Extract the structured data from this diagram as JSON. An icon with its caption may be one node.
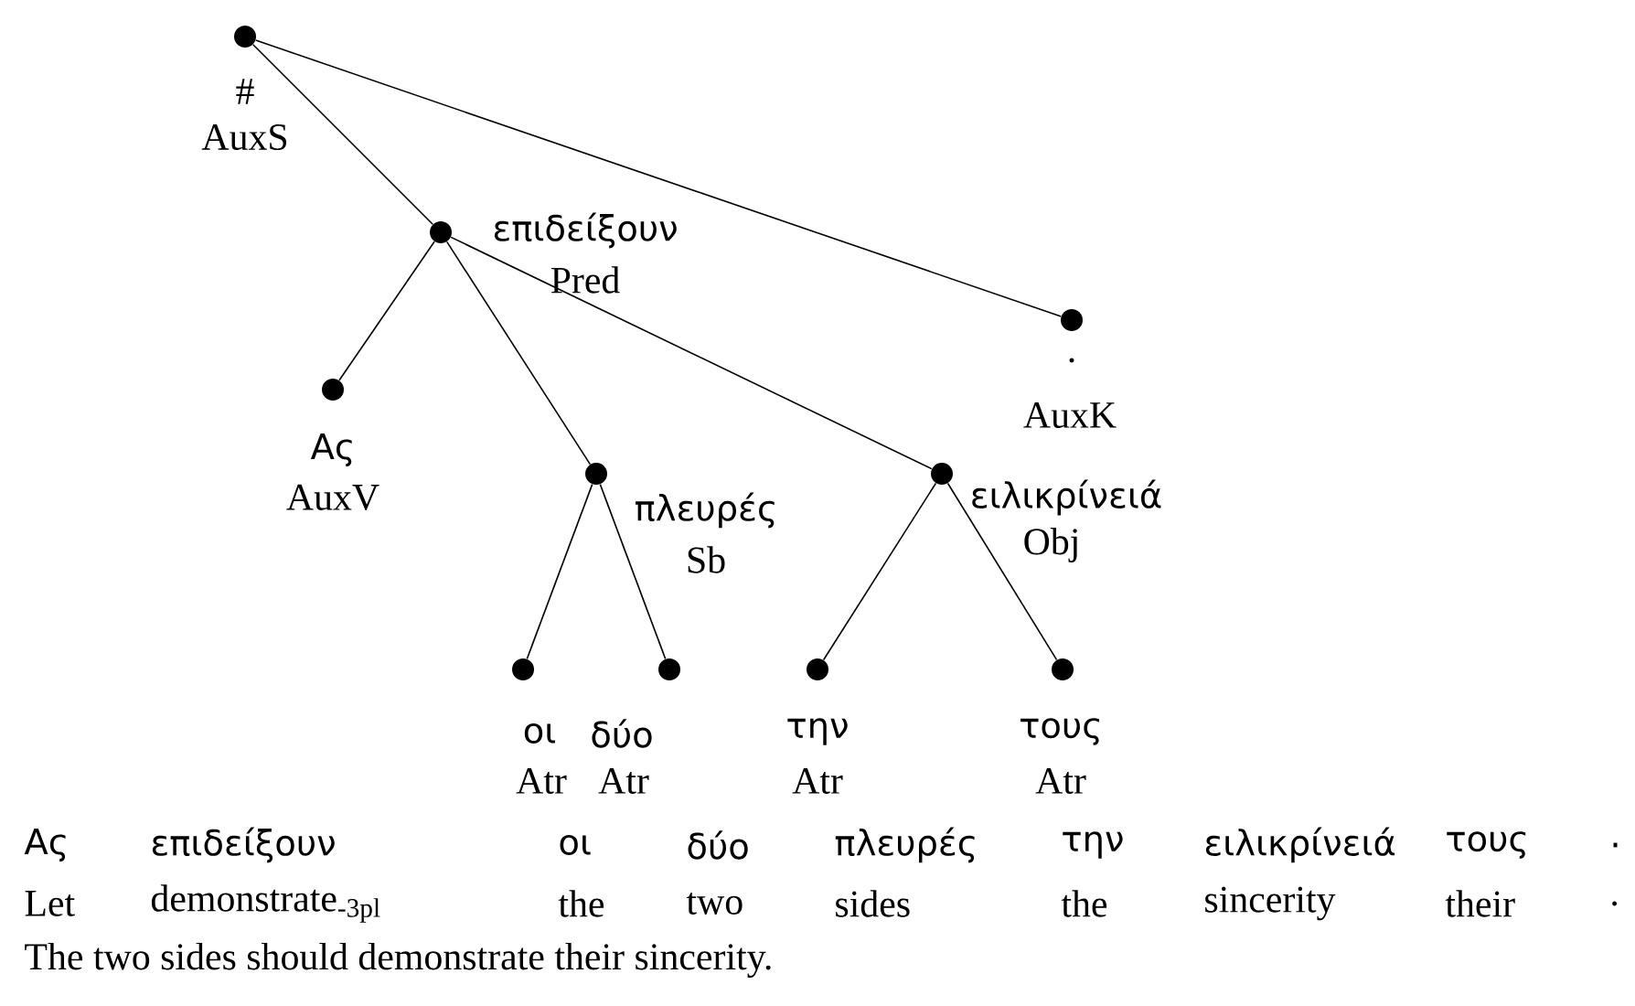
{
  "diagram": {
    "nodes": [
      {
        "text": [],
        "shape": "circle",
        "beside": [
          "#",
          "AuxS"
        ]
      },
      {
        "text": [],
        "shape": "circle",
        "beside": [
          "επιδείξουν",
          "Pred"
        ]
      },
      {
        "text": [],
        "shape": "circle",
        "beside": [
          "Ας",
          "AuxV"
        ]
      },
      {
        "text": [],
        "shape": "circle",
        "beside": [
          "πλευρές",
          "Sb"
        ]
      },
      {
        "text": [],
        "shape": "circle",
        "beside": [
          "οι",
          "Atr"
        ]
      },
      {
        "text": [],
        "shape": "circle",
        "beside": [
          "δύο",
          "Atr"
        ]
      },
      {
        "text": [],
        "shape": "circle",
        "beside": [
          "ειλικρίνειά",
          "Obj"
        ]
      },
      {
        "text": [],
        "shape": "circle",
        "beside": [
          "την",
          "Atr"
        ]
      },
      {
        "text": [],
        "shape": "circle",
        "beside": [
          "τους",
          "Atr"
        ]
      },
      {
        "text": [],
        "shape": "circle",
        "beside": [
          ".",
          "AuxK"
        ]
      }
    ],
    "edges": [
      {
        "from": 0,
        "to": 1,
        "arrow": "none"
      },
      {
        "from": 0,
        "to": 9,
        "arrow": "none"
      },
      {
        "from": 1,
        "to": 2,
        "arrow": "none"
      },
      {
        "from": 1,
        "to": 3,
        "arrow": "none"
      },
      {
        "from": 1,
        "to": 6,
        "arrow": "none"
      },
      {
        "from": 3,
        "to": 4,
        "arrow": "none"
      },
      {
        "from": 3,
        "to": 5,
        "arrow": "none"
      },
      {
        "from": 6,
        "to": 7,
        "arrow": "none"
      },
      {
        "from": 6,
        "to": 8,
        "arrow": "none"
      }
    ],
    "labels": [
      "Ας",
      "επιδείξουν",
      "οι",
      "δύο",
      "πλευρές",
      "την",
      "ειλικρίνειά",
      "τους",
      ".",
      "Let",
      "demonstrate$_{-3pl}$",
      "the",
      "two",
      "sides",
      "the",
      "sincerity",
      "their",
      ".",
      "The two sides should demonstrate their sincerity."
    ]
  }
}
